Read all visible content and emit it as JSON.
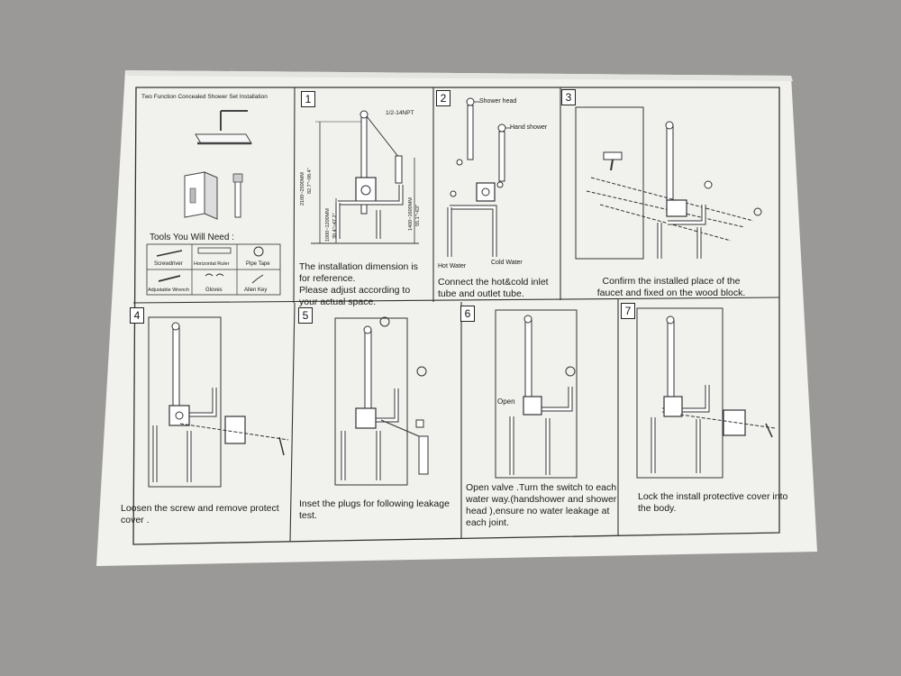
{
  "sheet": {
    "title": "Two Function Concealed Shower Set Installation",
    "tools_heading": "Tools You Will Need :",
    "tools": [
      "Screwdriver",
      "Horizontal Ruler",
      "Pipe Tape",
      "Adjustable Wrench",
      "Gloves",
      "Allen Key"
    ]
  },
  "steps": [
    {
      "number": "1",
      "labels": [
        "1/2-14NPT",
        "2100~2500MM",
        "82.7\"~98.4\"",
        "1000~1200MM",
        "39.4\"~47.2\"",
        "1400~1600MM",
        "55.1\"~63\""
      ],
      "caption": "The installation dimension is for reference.\nPlease adjust according to your actual space."
    },
    {
      "number": "2",
      "labels": [
        "Shower head",
        "Hand shower",
        "Hot Water",
        "Cold Water"
      ],
      "caption": "Connect the hot&cold inlet tube and outlet tube."
    },
    {
      "number": "3",
      "labels": [],
      "caption": "Confirm the installed place of the faucet and fixed on the wood block."
    },
    {
      "number": "4",
      "labels": [],
      "caption": "Loosen the screw and remove protect cover ."
    },
    {
      "number": "5",
      "labels": [],
      "caption": "Inset the plugs for following leakage test."
    },
    {
      "number": "6",
      "labels": [
        "Open"
      ],
      "caption": "Open valve .Turn the switch to each water way.(handshower and shower head ),ensure no water leakage at each joint."
    },
    {
      "number": "7",
      "labels": [],
      "caption": "Lock the install protective cover into the body."
    }
  ],
  "colors": {
    "floor": "#9a9998",
    "paper": "#f1f1ee",
    "ink": "#1a1a1a"
  }
}
